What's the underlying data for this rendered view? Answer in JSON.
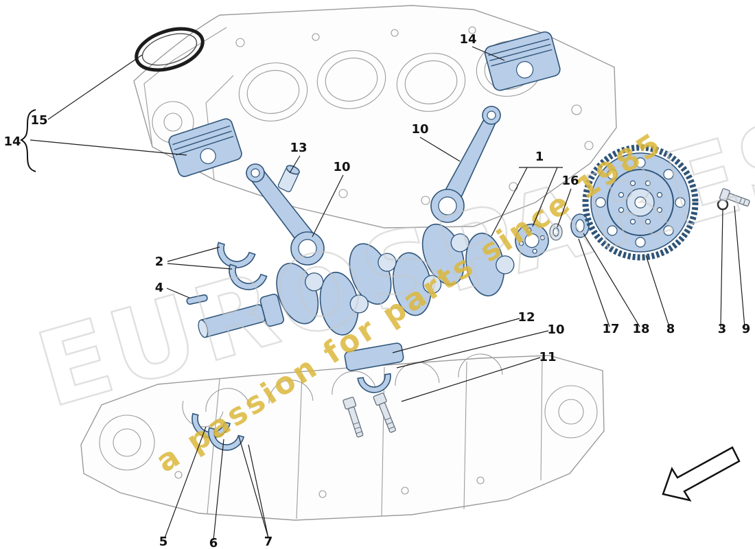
{
  "diagram": {
    "watermark": {
      "brand": "EUROSPARES",
      "tagline": "a passion for parts since 1985"
    },
    "callouts": [
      {
        "label": "15"
      },
      {
        "label": "14"
      },
      {
        "label": "13"
      },
      {
        "label": "10"
      },
      {
        "label": "10"
      },
      {
        "label": "14"
      },
      {
        "label": "1"
      },
      {
        "label": "16"
      },
      {
        "label": "2"
      },
      {
        "label": "4"
      },
      {
        "label": "12"
      },
      {
        "label": "10"
      },
      {
        "label": "11"
      },
      {
        "label": "17"
      },
      {
        "label": "18"
      },
      {
        "label": "8"
      },
      {
        "label": "3"
      },
      {
        "label": "9"
      },
      {
        "label": "5"
      },
      {
        "label": "6"
      },
      {
        "label": "7"
      }
    ]
  },
  "colors": {
    "part_fill": "#b7cde8",
    "part_fill_light": "#d8e4f2",
    "part_stroke": "#2f5478",
    "metal_fill": "#dfe5ec",
    "metal_stroke": "#66707c",
    "line_art": "#9b9b9b",
    "leader": "#1a1a1a",
    "callout_text": "#111111",
    "seal": "#1c1c1c",
    "watermark_gray": "#c8c8c8",
    "watermark_yellow": "#dcb83c"
  }
}
